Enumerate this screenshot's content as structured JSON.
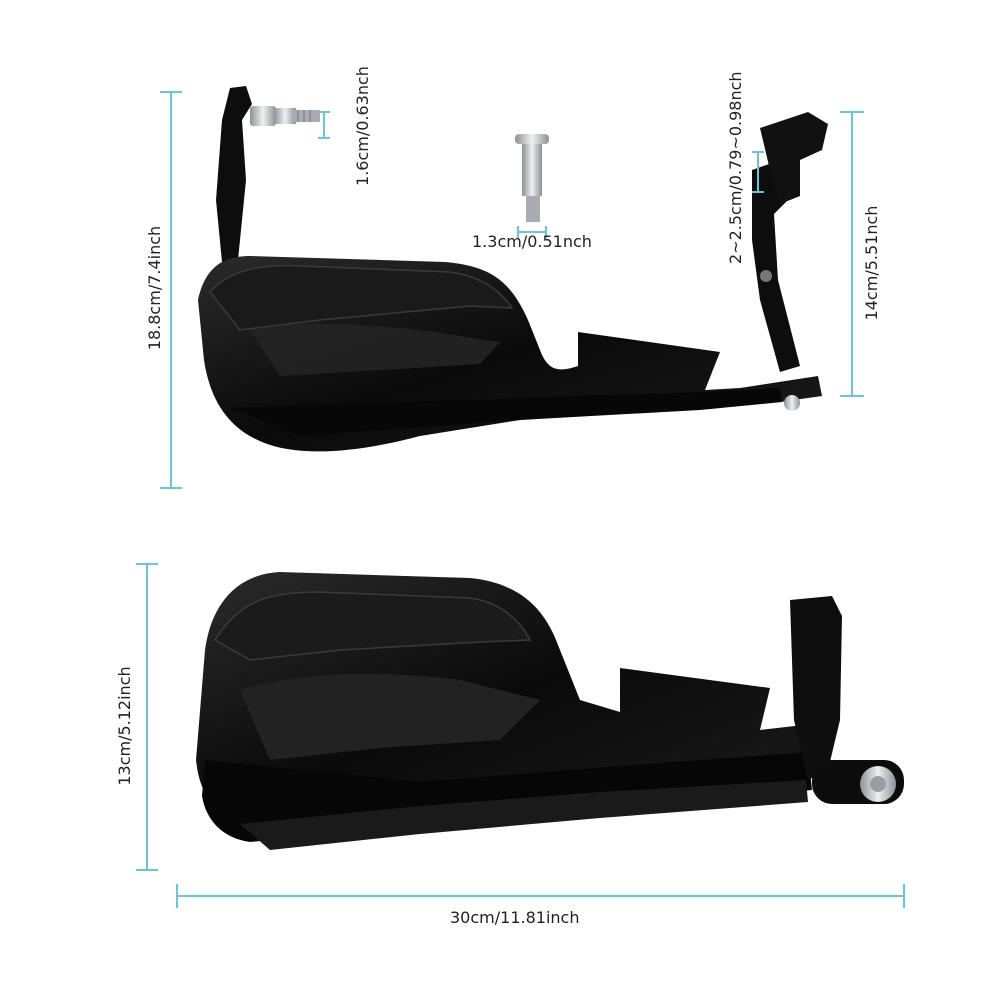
{
  "product": {
    "upper_view": {
      "height_label": "18.8cm/7.4inch",
      "bolt_label": "1.6cm/0.63nch",
      "small_bolt_label": "1.3cm/0.51nch",
      "clamp_label": "2~2.5cm/0.79~0.98nch",
      "mount_label": "14cm/5.51nch"
    },
    "lower_view": {
      "height_label": "13cm/5.12inch",
      "width_label": "30cm/11.81inch"
    }
  },
  "colors": {
    "dimension_line": "#6cc4d8",
    "guard_body": "#0b0b0b",
    "metal": "#c7c9cc"
  }
}
